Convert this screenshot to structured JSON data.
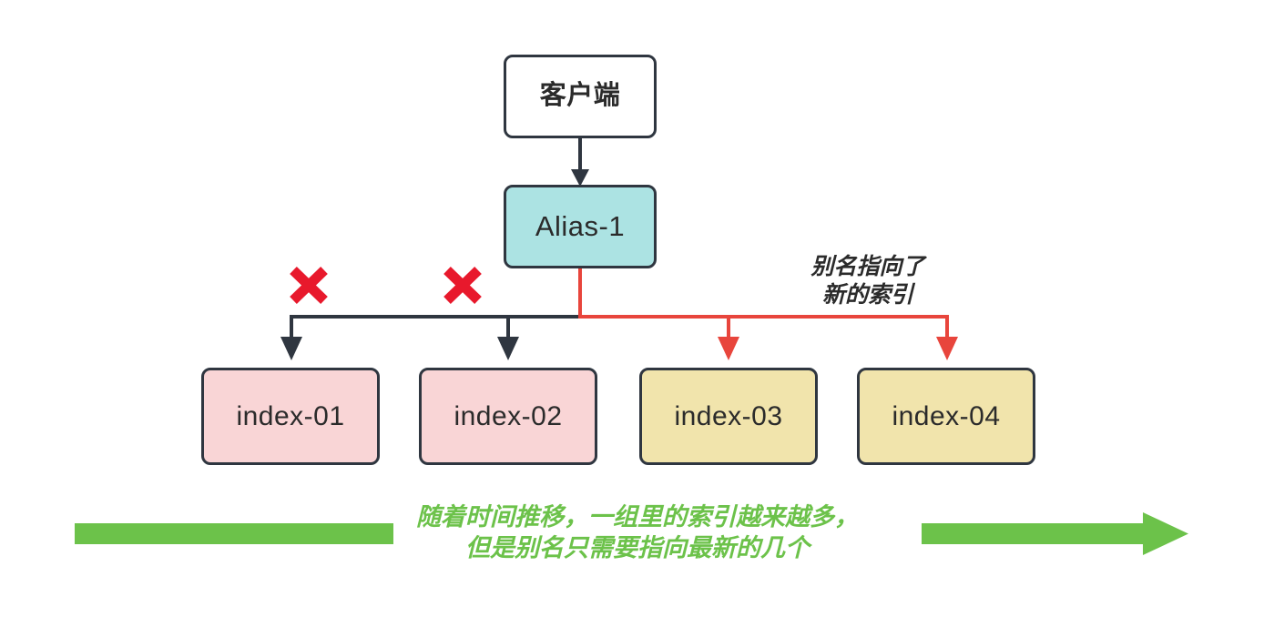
{
  "diagram": {
    "title": "Elasticsearch alias rollover diagram",
    "nodes": {
      "client": {
        "label": "客户端",
        "fill": "#ffffff",
        "stroke": "#2f3640"
      },
      "alias": {
        "label": "Alias-1",
        "fill": "#ace3e3",
        "stroke": "#2f3640"
      },
      "indices": [
        {
          "label": "index-01",
          "fill": "#f9d5d6",
          "state": "detached"
        },
        {
          "label": "index-02",
          "fill": "#f9d5d6",
          "state": "detached"
        },
        {
          "label": "index-03",
          "fill": "#f1e4ac",
          "state": "active"
        },
        {
          "label": "index-04",
          "fill": "#f1e4ac",
          "state": "active"
        }
      ]
    },
    "annotations": {
      "alias_note": {
        "lines": [
          "别名指向了",
          "新的索引"
        ],
        "line1": "别名指向了",
        "line2": "新的索引",
        "color": "#2b2b2b"
      },
      "timeline_note": {
        "lines": [
          "随着时间推移，一组里的索引越来越多，",
          "但是别名只需要指向最新的几个"
        ],
        "line1": "随着时间推移，一组里的索引越来越多，",
        "line2": "但是别名只需要指向最新的几个",
        "color": "#6cc24a"
      }
    },
    "markers": {
      "cross_marks": [
        "×",
        "×"
      ],
      "cross_color": "#e8192c"
    },
    "colors": {
      "edge_dark": "#2f3640",
      "edge_red": "#e8453c",
      "cross_red": "#e8192c",
      "timeline_green": "#6cc24a",
      "alias_fill": "#ace3e3",
      "index_old_fill": "#f9d5d6",
      "index_new_fill": "#f1e4ac"
    }
  }
}
